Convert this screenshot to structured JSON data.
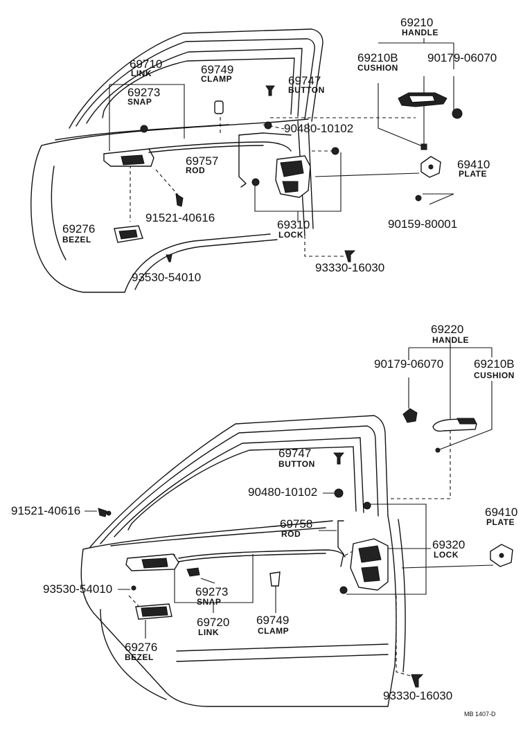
{
  "top": {
    "handle": {
      "number": "69210",
      "name": "HANDLE"
    },
    "handle_cushion": {
      "number": "69210B",
      "name": "CUSHION"
    },
    "handle_screw": {
      "number": "90179-06070"
    },
    "link": {
      "number": "69710",
      "name": "LINK"
    },
    "snap": {
      "number": "69273",
      "name": "SNAP"
    },
    "clamp": {
      "number": "69749",
      "name": "CLAMP"
    },
    "button": {
      "number": "69747",
      "name": "BUTTON"
    },
    "grommet": {
      "number": "90480-10102"
    },
    "rod": {
      "number": "69757",
      "name": "ROD"
    },
    "plate": {
      "number": "69410",
      "name": "PLATE"
    },
    "bolt_link": {
      "number": "91521-40616"
    },
    "lock": {
      "number": "69310",
      "name": "LOCK"
    },
    "plate_screw": {
      "number": "90159-80001"
    },
    "bezel": {
      "number": "69276",
      "name": "BEZEL"
    },
    "lock_screw": {
      "number": "93330-16030"
    },
    "bezel_screw": {
      "number": "93530-54010"
    }
  },
  "bottom": {
    "handle": {
      "number": "69220",
      "name": "HANDLE"
    },
    "handle_screw": {
      "number": "90179-06070"
    },
    "handle_cushion": {
      "number": "69210B",
      "name": "CUSHION"
    },
    "button": {
      "number": "69747",
      "name": "BUTTON"
    },
    "grommet": {
      "number": "90480-10102"
    },
    "bolt_link": {
      "number": "91521-40616"
    },
    "rod": {
      "number": "69758",
      "name": "ROD"
    },
    "plate": {
      "number": "69410",
      "name": "PLATE"
    },
    "lock": {
      "number": "69320",
      "name": "LOCK"
    },
    "bezel_screw": {
      "number": "93530-54010"
    },
    "snap": {
      "number": "69273",
      "name": "SNAP"
    },
    "link": {
      "number": "69720",
      "name": "LINK"
    },
    "clamp": {
      "number": "69749",
      "name": "CLAMP"
    },
    "bezel": {
      "number": "69276",
      "name": "BEZEL"
    },
    "lock_screw": {
      "number": "93330-16030"
    }
  },
  "drawing_code": "MB 1407-D"
}
